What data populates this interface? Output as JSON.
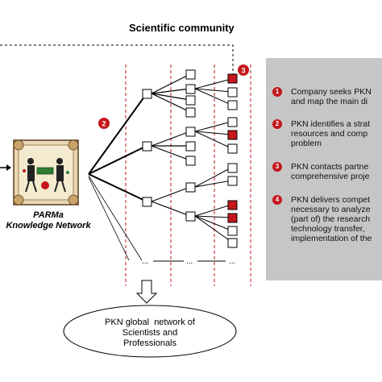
{
  "diagram": {
    "title": "Scientific community",
    "logo_caption": "PARMa\nKnowledge Network",
    "bottom_node": "PKN global  network of\nScientists and\nProfessionals",
    "highlight_color": "#c4161c",
    "badges": [
      "2",
      "3"
    ]
  },
  "steps": [
    {
      "number": "1",
      "text": "Company seeks PKN\nand map the main di"
    },
    {
      "number": "2",
      "text": "PKN identifies a strat\nresources and comp\nproblem"
    },
    {
      "number": "3",
      "text": "PKN contacts partne\ncomprehensive proje"
    },
    {
      "number": "4",
      "text": "PKN delivers compet\nnecessary to analyze\n(part of) the research\ntechnology transfer,\nimplementation of the"
    }
  ]
}
